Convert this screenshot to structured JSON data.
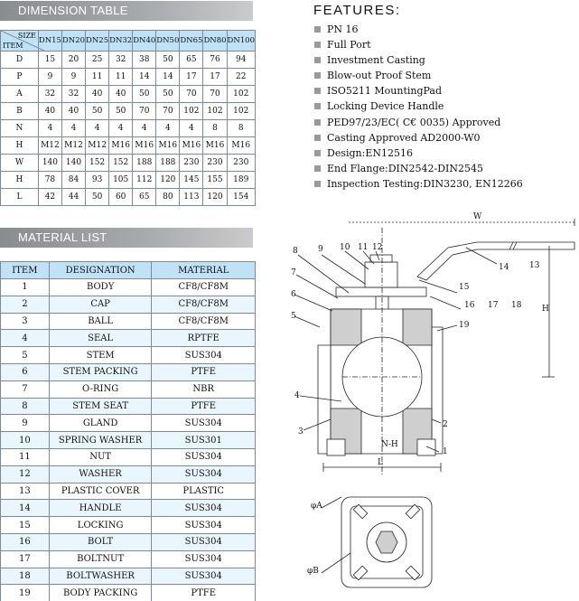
{
  "dimension_table": {
    "title": "DIMENSION TABLE",
    "corner_size_label": "SIZE",
    "corner_item_label": "ITEM",
    "sizes": [
      "DN15",
      "DN20",
      "DN25",
      "DN32",
      "DN40",
      "DN50",
      "DN65",
      "DN80",
      "DN100"
    ],
    "rows": [
      {
        "label": "D",
        "values": [
          "15",
          "20",
          "25",
          "32",
          "38",
          "50",
          "65",
          "76",
          "94"
        ]
      },
      {
        "label": "P",
        "values": [
          "9",
          "9",
          "11",
          "11",
          "14",
          "14",
          "17",
          "17",
          "22"
        ]
      },
      {
        "label": "A",
        "values": [
          "32",
          "32",
          "40",
          "40",
          "50",
          "50",
          "70",
          "70",
          "102"
        ]
      },
      {
        "label": "B",
        "values": [
          "40",
          "40",
          "50",
          "50",
          "70",
          "70",
          "102",
          "102",
          "102"
        ]
      },
      {
        "label": "N",
        "values": [
          "4",
          "4",
          "4",
          "4",
          "4",
          "4",
          "4",
          "8",
          "8"
        ]
      },
      {
        "label": "H",
        "values": [
          "M12",
          "M12",
          "M12",
          "M16",
          "M16",
          "M16",
          "M16",
          "M16",
          "M16"
        ]
      },
      {
        "label": "W",
        "values": [
          "140",
          "140",
          "152",
          "152",
          "188",
          "188",
          "230",
          "230",
          "230"
        ]
      },
      {
        "label": "H",
        "values": [
          "78",
          "84",
          "93",
          "105",
          "112",
          "120",
          "145",
          "155",
          "189"
        ]
      },
      {
        "label": "L",
        "values": [
          "42",
          "44",
          "50",
          "60",
          "65",
          "80",
          "113",
          "120",
          "154"
        ]
      }
    ]
  },
  "material_list": {
    "title": "MATERIAL LIST",
    "headers": [
      "ITEM",
      "DESIGNATION",
      "MATERIAL"
    ],
    "rows": [
      [
        "1",
        "BODY",
        "CF8/CF8M"
      ],
      [
        "2",
        "CAP",
        "CF8/CF8M"
      ],
      [
        "3",
        "BALL",
        "CF8/CF8M"
      ],
      [
        "4",
        "SEAL",
        "RPTFE"
      ],
      [
        "5",
        "STEM",
        "SUS304"
      ],
      [
        "6",
        "STEM PACKING",
        "PTFE"
      ],
      [
        "7",
        "O-RING",
        "NBR"
      ],
      [
        "8",
        "STEM SEAT",
        "PTFE"
      ],
      [
        "9",
        "GLAND",
        "SUS304"
      ],
      [
        "10",
        "SPRING WASHER",
        "SUS301"
      ],
      [
        "11",
        "NUT",
        "SUS304"
      ],
      [
        "12",
        "WASHER",
        "SUS304"
      ],
      [
        "13",
        "PLASTIC COVER",
        "PLASTIC"
      ],
      [
        "14",
        "HANDLE",
        "SUS304"
      ],
      [
        "15",
        "LOCKING",
        "SUS304"
      ],
      [
        "16",
        "BOLT",
        "SUS304"
      ],
      [
        "17",
        "BOLTNUT",
        "SUS304"
      ],
      [
        "18",
        "BOLTWASHER",
        "SUS304"
      ],
      [
        "19",
        "BODY PACKING",
        "PTFE"
      ]
    ]
  },
  "features": {
    "title": "FEATURES:",
    "items": [
      "PN 16",
      "Full Port",
      "Investment Casting",
      "Blow-out Proof Stem",
      "ISO5211 MountingPad",
      "Locking Device Handle",
      "PED97/23/EC( C€ 0035) Approved",
      "Casting Approved AD2000-W0",
      "Design:EN12516",
      "End Flange:DIN2542-DIN2545",
      "Inspection Testing:DIN3230, EN12266"
    ]
  },
  "drawing": {
    "callouts": [
      "1",
      "2",
      "3",
      "4",
      "5",
      "6",
      "7",
      "8",
      "9",
      "10",
      "11",
      "12",
      "13",
      "14",
      "15",
      "16",
      "17",
      "18",
      "19"
    ],
    "dim_labels": {
      "w": "W",
      "l": "L",
      "h": "H",
      "n_h": "N-H",
      "phi_a": "φA",
      "phi_b": "φB"
    }
  },
  "colors": {
    "header_bg": "#bfe2f7",
    "band_bg": "#eaf6fd",
    "bar_gray": "#9a9da0"
  }
}
